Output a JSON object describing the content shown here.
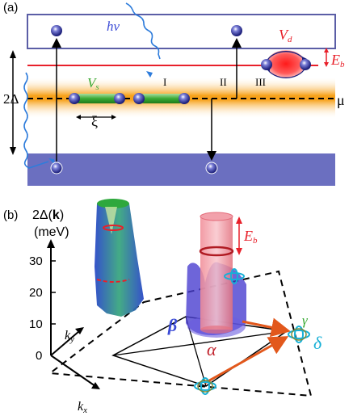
{
  "panel_a": {
    "label": "(a)",
    "photon_label": "hν",
    "gap_label": "2Δ",
    "v_d_label": "V",
    "v_d_sub": "d",
    "e_b_label": "E",
    "e_b_sub": "b",
    "v_s_label": "V",
    "v_s_sub": "s",
    "xi_label": "ξ",
    "mu_label": "μ",
    "process_labels": [
      "I",
      "II",
      "III"
    ]
  },
  "panel_b": {
    "label": "(b)",
    "zlabel_main": "2Δ(",
    "zlabel_k": "k",
    "zlabel_close": ")",
    "zlabel_unit": "(meV)",
    "z_ticks": [
      "0",
      "10",
      "20",
      "30"
    ],
    "ky_label": "k",
    "ky_sub": "y",
    "kx_label": "k",
    "kx_sub": "x",
    "eb_label": "E",
    "eb_sub": "b",
    "beta_label": "β",
    "alpha_label": "α",
    "gamma_label": "γ",
    "delta_label": "δ"
  },
  "colors": {
    "box_stroke": "#5b5ea6",
    "lower_band": "#6b6fc0",
    "orange": "#f7a21b",
    "red": "#e8202a",
    "green": "#3aaa35",
    "blue_text": "#3b4bd6",
    "photon": "#2e7cdb"
  }
}
